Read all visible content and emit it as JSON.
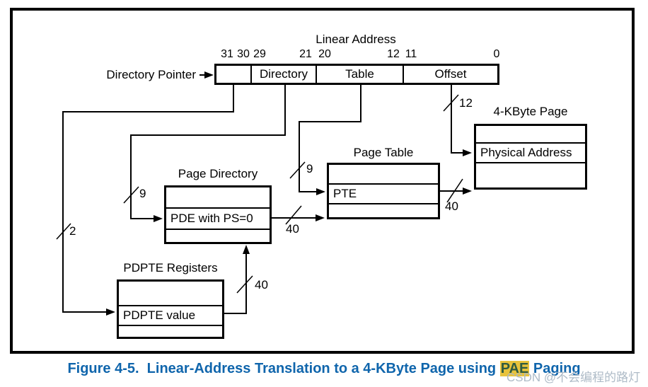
{
  "diagram": {
    "linear_address": {
      "title": "Linear Address",
      "pointer_label": "Directory Pointer",
      "bit_labels": [
        "31",
        "30",
        "29",
        "21",
        "20",
        "12",
        "11",
        "0"
      ],
      "fields": [
        {
          "label": ""
        },
        {
          "label": "Directory"
        },
        {
          "label": "Table"
        },
        {
          "label": "Offset"
        }
      ]
    },
    "boxes": [
      {
        "title": "Page Directory",
        "row_label": "PDE with PS=0"
      },
      {
        "title": "Page Table",
        "row_label": "PTE"
      },
      {
        "title": "4-KByte Page",
        "row_label": "Physical Address"
      },
      {
        "title": "PDPTE Registers",
        "row_label": "PDPTE value"
      }
    ],
    "wire_labels": {
      "directory_pointer_bits": "2",
      "directory_bits": "9",
      "table_bits": "9",
      "offset_bits": "12",
      "pde_out": "40",
      "pte_out": "40",
      "pdpte_out": "40"
    }
  },
  "caption": {
    "prefix": "Figure 4-5.  Linear-Address Translation to a 4-KByte Page using ",
    "highlight": "PAE",
    "suffix": " Paging"
  },
  "watermark": "CSDN @不会编程的路灯",
  "colors": {
    "line": "#000000",
    "caption_blue": "#0F65AC",
    "highlight_yellow": "#E8C33C",
    "watermark_gray": "#AABBC4"
  }
}
